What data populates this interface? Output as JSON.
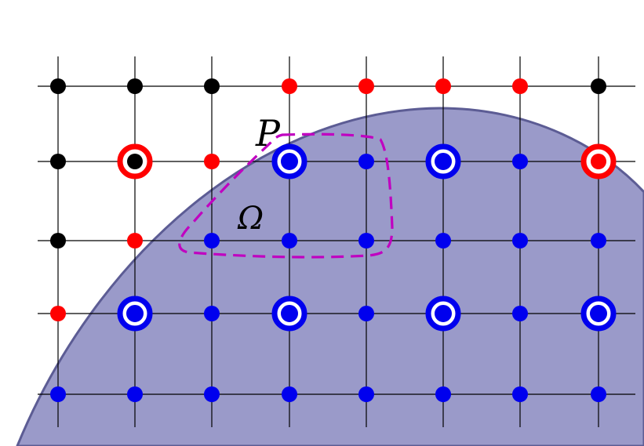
{
  "labels": {
    "point": "P",
    "region": "Ω"
  },
  "colors": {
    "background": "#ffffff",
    "domain_fill": "#9a9ac9",
    "domain_stroke": "#5c5c94",
    "grid_line": "#000000",
    "exterior_node": "#000000",
    "boundary_node": "#ff0000",
    "interior_node": "#0000ee",
    "region_outline": "#c000c0"
  },
  "grid": {
    "columns": 8,
    "rows": 5
  },
  "node_types": [
    [
      "exterior",
      "exterior",
      "exterior",
      "boundary",
      "boundary",
      "boundary",
      "boundary",
      "exterior"
    ],
    [
      "exterior",
      "exterior",
      "boundary",
      "interior",
      "interior",
      "interior",
      "interior",
      "boundary"
    ],
    [
      "exterior",
      "boundary",
      "interior",
      "interior",
      "interior",
      "interior",
      "interior",
      "interior"
    ],
    [
      "boundary",
      "interior",
      "interior",
      "interior",
      "interior",
      "interior",
      "interior",
      "interior"
    ],
    [
      "interior",
      "interior",
      "interior",
      "interior",
      "interior",
      "interior",
      "interior",
      "interior"
    ]
  ],
  "ringed_nodes": [
    {
      "row": 1,
      "col": 1,
      "type": "boundary"
    },
    {
      "row": 1,
      "col": 3,
      "type": "interior"
    },
    {
      "row": 1,
      "col": 5,
      "type": "interior"
    },
    {
      "row": 1,
      "col": 7,
      "type": "boundary"
    },
    {
      "row": 3,
      "col": 1,
      "type": "interior"
    },
    {
      "row": 3,
      "col": 3,
      "type": "interior"
    },
    {
      "row": 3,
      "col": 5,
      "type": "interior"
    },
    {
      "row": 3,
      "col": 7,
      "type": "interior"
    }
  ]
}
